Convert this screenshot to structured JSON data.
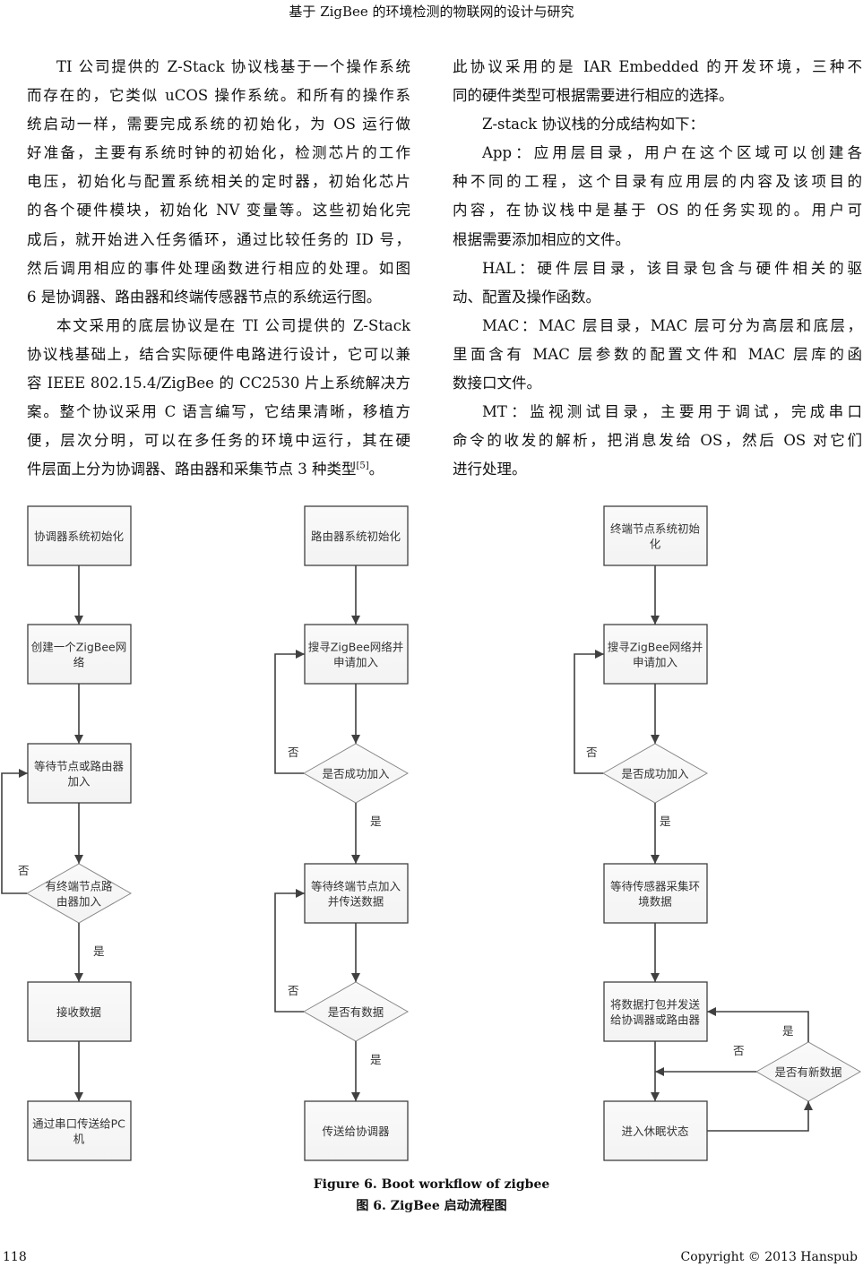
{
  "header": {
    "title": "基于 ZigBee 的环境检测的物联网的设计与研究"
  },
  "left_column": [
    {
      "lines": [
        "TI 公司提供的 Z-Stack 协议栈基于一个操作系统",
        "而存在的，它类似 uCOS 操作系统。和所有的操作系",
        "统启动一样，需要完成系统的初始化，为 OS 运行做",
        "好准备，主要有系统时钟的初始化，检测芯片的工作",
        "电压，初始化与配置系统相关的定时器，初始化芯片",
        "的各个硬件模块，初始化 NV 变量等。这些初始化完",
        "成后，就开始进入任务循环，通过比较任务的 ID 号，",
        "然后调用相应的事件处理函数进行相应的处理。如图",
        "6 是协调器、路由器和终端传感器节点的系统运行图。"
      ]
    },
    {
      "lines": [
        "本文采用的底层协议是在 TI 公司提供的 Z-Stack",
        "协议栈基础上，结合实际硬件电路进行设计，它可以兼",
        "容 IEEE  802.15.4/ZigBee 的 CC2530 片上系统解决方",
        "案。整个协议采用 C 语言编写，它结果清晰，移植方",
        "便，层次分明，可以在多任务的环境中运行，其在硬",
        "件层面上分为协调器、路由器和采集节点 3 种类型"
      ],
      "citation": "[5]",
      "end": "。"
    }
  ],
  "right_column": [
    {
      "noindent": true,
      "lines": [
        "此协议采用的是 IAR  Embedded 的开发环境，三种不",
        "同的硬件类型可根据需要进行相应的选择。"
      ]
    },
    {
      "lines": [
        "Z-stack 协议栈的分成结构如下："
      ]
    },
    {
      "lines": [
        "App：应用层目录，用户在这个区域可以创建各",
        "种不同的工程，这个目录有应用层的内容及该项目的",
        "内容，在协议栈中是基于 OS 的任务实现的。用户可",
        "根据需要添加相应的文件。"
      ]
    },
    {
      "lines": [
        "HAL：硬件层目录，该目录包含与硬件相关的驱",
        "动、配置及操作函数。"
      ]
    },
    {
      "lines": [
        "MAC：MAC 层目录，MAC 层可分为高层和底层，",
        "里面含有 MAC 层参数的配置文件和 MAC 层库的函",
        "数接口文件。"
      ]
    },
    {
      "lines": [
        "MT：监视测试目录，主要用于调试，完成串口",
        "命令的收发的解析，把消息发给 OS，然后 OS 对它们",
        "进行处理。"
      ]
    }
  ],
  "flowchart": {
    "coordinator": [
      "协调器系统初始化",
      "创建一个ZigBee网|络",
      "等待节点或路由器|加入",
      "有终端节点路|由器加入",
      "接收数据",
      "通过串口传送给PC|机"
    ],
    "router": [
      "路由器系统初始化",
      "搜寻ZigBee网络并|申请加入",
      "是否成功加入",
      "等待终端节点加入|并传送数据",
      "是否有数据",
      "传送给协调器"
    ],
    "end_device": [
      "终端节点系统初始|化",
      "搜寻ZigBee网络并|申请加入",
      "是否成功加入",
      "等待传感器采集环|境数据",
      "将数据打包并发送|给协调器或路由器",
      "进入休眠状态",
      "是否有新数据"
    ],
    "yes": "是",
    "no": "否",
    "colors": {
      "box_fill": "#f3f3f3",
      "stroke": "#404040"
    }
  },
  "caption": {
    "en": "Figure 6. Boot workflow of zigbee",
    "zh": "图 6. ZigBee 启动流程图"
  },
  "footer": {
    "page": "118",
    "copyright": "Copyright © 2013 Hanspub"
  }
}
